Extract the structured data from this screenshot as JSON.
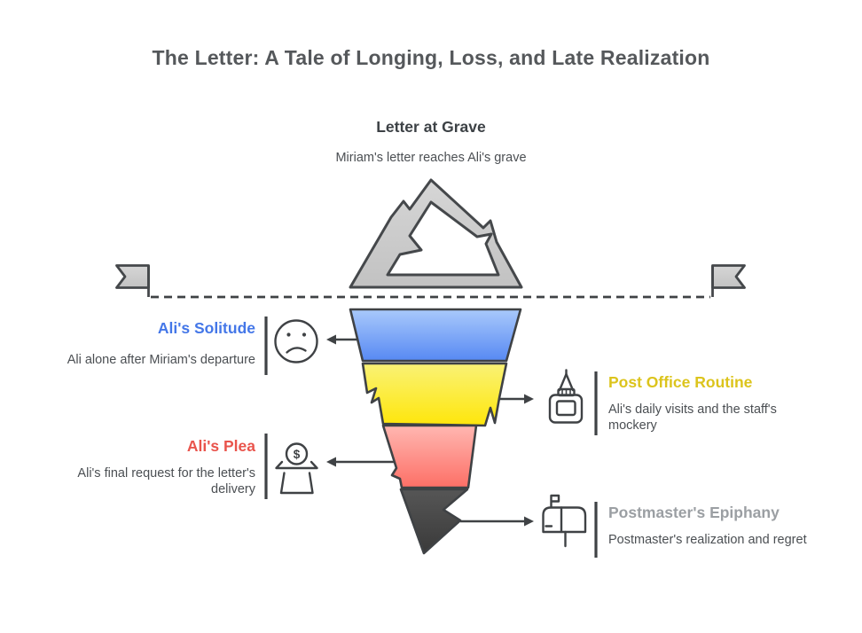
{
  "page": {
    "title": "The Letter: A Tale of Longing, Loss, and Late Realization"
  },
  "apex": {
    "title": "Letter at Grave",
    "description": "Miriam's letter reaches Ali's grave",
    "icon": "mountain-icon"
  },
  "stages": [
    {
      "title": "Ali's Solitude",
      "description": "Ali alone after Miriam's departure",
      "side": "left",
      "title_color": "#4477e8",
      "segment_gradient": [
        "#a9c9fb",
        "#5789f3"
      ],
      "icon": "sad-face-icon"
    },
    {
      "title": "Post Office Routine",
      "description": "Ali's daily visits and the staff's mockery",
      "side": "right",
      "title_color": "#dcc41c",
      "segment_gradient": [
        "#faf276",
        "#fee60a"
      ],
      "icon": "glue-bottle-icon"
    },
    {
      "title": "Ali's Plea",
      "description": "Ali's final request for the letter's delivery",
      "side": "left",
      "title_color": "#e9544c",
      "segment_gradient": [
        "#ffb7b1",
        "#fd6f66"
      ],
      "icon": "donation-box-icon"
    },
    {
      "title": "Postmaster's Epiphany",
      "description": "Postmaster's realization and regret",
      "side": "right",
      "title_color": "#9b9fa3",
      "segment_gradient": [
        "#545454",
        "#3e3e3e"
      ],
      "icon": "mailbox-icon"
    }
  ],
  "glyphs": {
    "dollar": "$"
  },
  "colors": {
    "outline": "#45484b",
    "gray_fill_light": "#d6d6d6",
    "gray_fill_dark": "#c2c2c2",
    "heading_text": "#55585b",
    "body_text": "#4b4f53"
  }
}
